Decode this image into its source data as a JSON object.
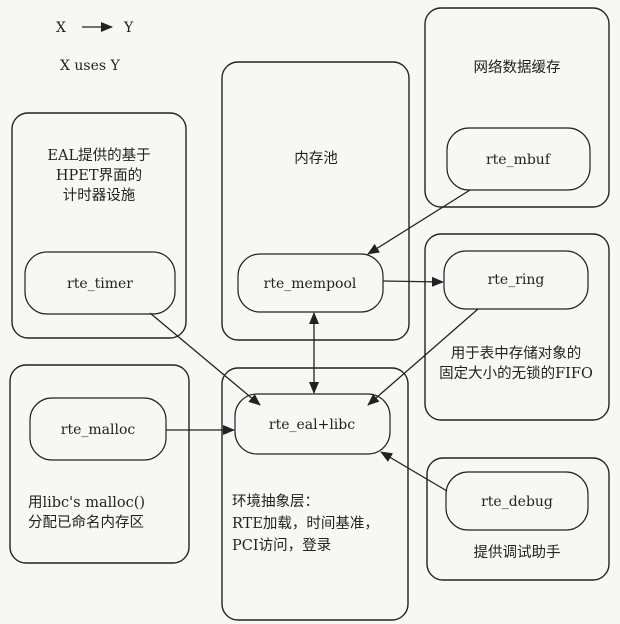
{
  "legend": {
    "x_label": "X",
    "y_label": "Y",
    "caption": "X uses Y"
  },
  "groups": {
    "timer": {
      "caption_lines": [
        "EAL提供的基于",
        "HPET界面的",
        "计时器设施"
      ],
      "node": "rte_timer"
    },
    "mempool": {
      "caption_lines": [
        "内存池"
      ],
      "node": "rte_mempool"
    },
    "mbuf": {
      "caption_lines": [
        "网络数据缓存"
      ],
      "node": "rte_mbuf"
    },
    "ring": {
      "caption_lines": [
        "用于表中存储对象的",
        "固定大小的无锁的FIFO"
      ],
      "node": "rte_ring"
    },
    "malloc": {
      "caption_lines": [
        "用libc's malloc()",
        "分配已命名内存区"
      ],
      "node": "rte_malloc"
    },
    "eal": {
      "caption_lines": [
        "环境抽象层：",
        "RTE加载，时间基准，",
        "PCI访问，登录"
      ],
      "node": "rte_eal+libc"
    },
    "debug": {
      "caption_lines": [
        "提供调试助手"
      ],
      "node": "rte_debug"
    }
  }
}
